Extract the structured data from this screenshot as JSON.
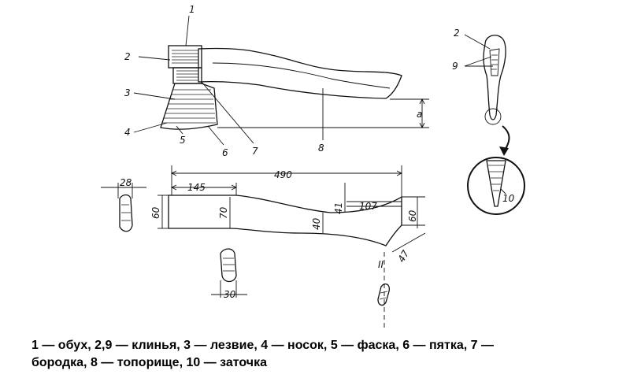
{
  "axe_callouts": [
    "1",
    "2",
    "3",
    "4",
    "5",
    "6",
    "7",
    "8"
  ],
  "axe_angle_label": "a",
  "dimensions": {
    "overall_length": "490",
    "head_section_length": "145",
    "head_height": "60",
    "grip_height": "70",
    "middle_height": "40",
    "upper_height": "41",
    "end_length": "107",
    "end_height": "60",
    "end_cut": "47",
    "left_section_width": "28",
    "middle_section_width": "30"
  },
  "section_mark": "II",
  "wedge_detail": {
    "callout_top": "2",
    "callout_wedges": "9",
    "callout_sharpening": "10"
  },
  "caption": {
    "line1": "1 — обух, 2,9 — клинья, 3 — лезвие, 4 — носок, 5 — фаска, 6 — пятка, 7 —",
    "line2": "бородка, 8 — топорище, 10 — заточка"
  }
}
